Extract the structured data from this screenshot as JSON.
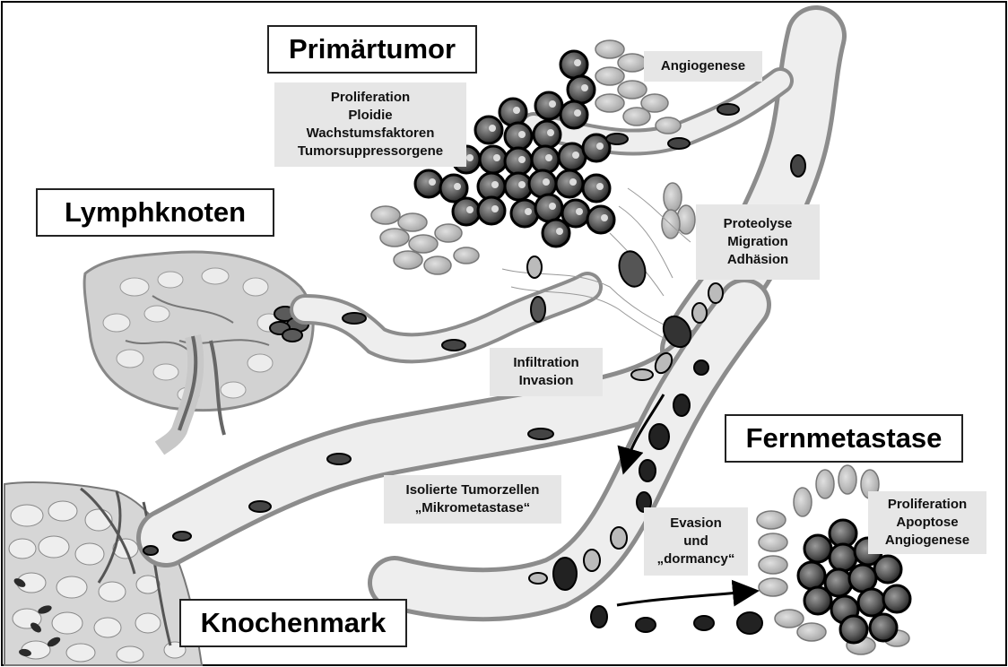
{
  "titles": {
    "primaertumor": "Primärtumor",
    "lymphknoten": "Lymphknoten",
    "fernmetastase": "Fernmetastase",
    "knochenmark": "Knochenmark"
  },
  "labels": {
    "primary_factors": [
      "Proliferation",
      "Ploidie",
      "Wachstumsfaktoren",
      "Tumorsuppressorgene"
    ],
    "angiogenese": [
      "Angiogenese"
    ],
    "proteolyse": [
      "Proteolyse",
      "Migration",
      "Adhäsion"
    ],
    "infiltration": [
      "Infiltration",
      "Invasion"
    ],
    "isolierte": [
      "Isolierte Tumorzellen",
      "„Mikrometastase“"
    ],
    "evasion": [
      "Evasion",
      "und",
      "„dormancy“"
    ],
    "metastasis_factors": [
      "Proliferation",
      "Apoptose",
      "Angiogenese"
    ]
  },
  "colors": {
    "vessel_wall": "#8c8c8c",
    "vessel_fill": "#eeeeee",
    "tumor_cell": "#1a1a1a",
    "normal_cell": "#c8c8c8",
    "label_bg": "#e6e6e6"
  }
}
